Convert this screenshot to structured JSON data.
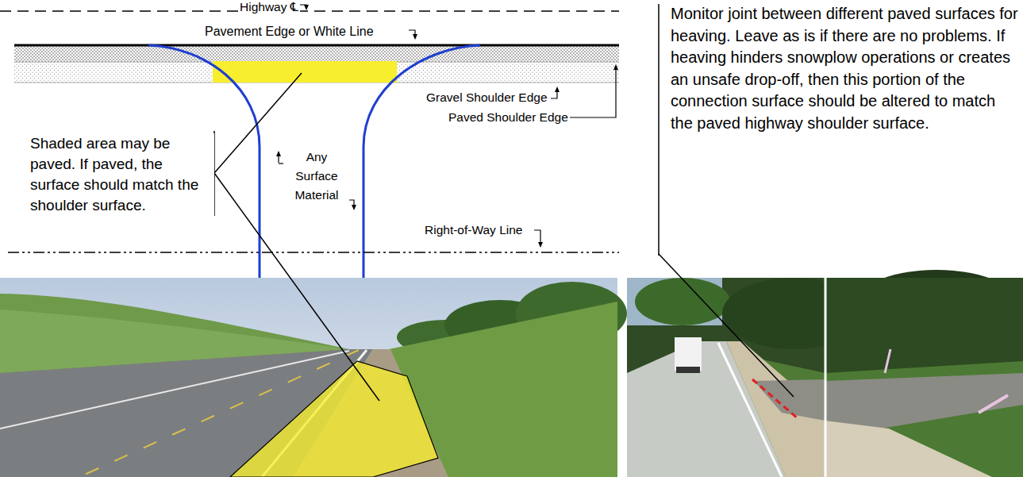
{
  "diagram": {
    "labels": [
      "Highway ℄",
      "Pavement Edge or White Line",
      "Shaded area may be paved. If paved, the surface should match the shoulder surface.",
      "Any Surface Material",
      "Gravel Shoulder Edge",
      "Paved Shoulder Edge",
      "Right-of-Way Line",
      "Monitor joint between different paved surfaces for heaving. Leave as is if there are no problems. If heaving hinders snowplow operations or creates an unsafe drop-off, then this portion of the connection surface should be altered to match the paved highway shoulder surface."
    ]
  }
}
